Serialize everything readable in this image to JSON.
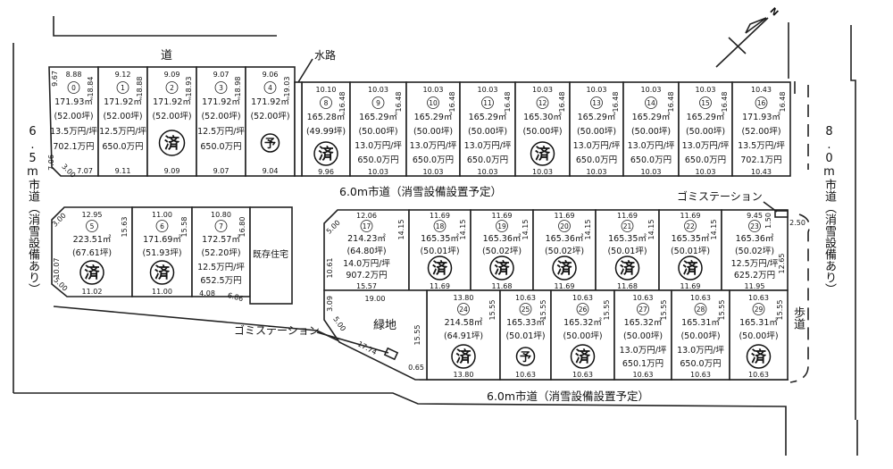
{
  "labels": {
    "top_road": "道",
    "waterway": "水路",
    "road_center": "6.0m市道（消雪設備設置予定）",
    "road_bottom": "6.0m市道（消雪設備設置予定）",
    "road_left": "6.5m市道（消雪設備あり）",
    "road_right": "8.0m市道（消雪設備あり）",
    "garbage_right": "ゴミステーション",
    "garbage_bottom": "ゴミステーション",
    "sidewalk": "歩道",
    "existing_house": "既存住宅",
    "green_area": "緑地",
    "north": "N"
  },
  "green_dims": {
    "top": "19.00",
    "right": "15.55",
    "left": "3.09",
    "corner": "5.00",
    "diag": "17.74",
    "bottom": "0.65"
  },
  "lot7_extra": {
    "b1": "4.08",
    "b2": "6.86"
  },
  "lot5_extra": {
    "c1": "3.00",
    "c2": "5.00",
    "left": "10.07"
  },
  "lot0_extra": {
    "left": "9.67",
    "c1": "7.06",
    "c2": "3.00"
  },
  "lot17_extra": {
    "left": "10.61",
    "corner": "5.00"
  },
  "lot23_extra": {
    "a": "1.50",
    "b": "2.50",
    "right": "12.65"
  },
  "lots": [
    {
      "no": "0",
      "top": "8.88",
      "side": "18.84",
      "bottom": "7.07",
      "area": "171.93㎡",
      "tsubo": "(52.00坪)",
      "unit": "13.5万円/坪",
      "total": "702.1万円",
      "status": ""
    },
    {
      "no": "1",
      "top": "9.12",
      "side": "18.88",
      "bottom": "9.11",
      "area": "171.92㎡",
      "tsubo": "(52.00坪)",
      "unit": "12.5万円/坪",
      "total": "650.0万円",
      "status": ""
    },
    {
      "no": "2",
      "top": "9.09",
      "side": "18.93",
      "bottom": "9.09",
      "area": "171.92㎡",
      "tsubo": "(52.00坪)",
      "unit": "",
      "total": "",
      "status": "済"
    },
    {
      "no": "3",
      "top": "9.07",
      "side": "18.98",
      "bottom": "9.07",
      "area": "171.92㎡",
      "tsubo": "(52.00坪)",
      "unit": "12.5万円/坪",
      "total": "650.0万円",
      "status": ""
    },
    {
      "no": "4",
      "top": "9.06",
      "side": "19.03",
      "bottom": "9.04",
      "area": "171.92㎡",
      "tsubo": "(52.00坪)",
      "unit": "",
      "total": "",
      "status": "予"
    },
    {
      "no": "5",
      "top": "12.95",
      "side": "15.63",
      "bottom": "11.02",
      "area": "223.51㎡",
      "tsubo": "(67.61坪)",
      "unit": "",
      "total": "",
      "status": "済"
    },
    {
      "no": "6",
      "top": "11.00",
      "side": "15.58",
      "bottom": "11.00",
      "area": "171.69㎡",
      "tsubo": "(51.93坪)",
      "unit": "",
      "total": "",
      "status": "済"
    },
    {
      "no": "7",
      "top": "10.80",
      "side": "16.80",
      "bottom": "",
      "area": "172.57㎡",
      "tsubo": "(52.20坪)",
      "unit": "12.5万円/坪",
      "total": "652.5万円",
      "status": ""
    },
    {
      "no": "8",
      "top": "10.10",
      "side": "16.48",
      "bottom": "9.96",
      "area": "165.28㎡",
      "tsubo": "(49.99坪)",
      "unit": "",
      "total": "",
      "status": "済"
    },
    {
      "no": "9",
      "top": "10.03",
      "side": "16.48",
      "bottom": "10.03",
      "area": "165.29㎡",
      "tsubo": "(50.00坪)",
      "unit": "13.0万円/坪",
      "total": "650.0万円",
      "status": ""
    },
    {
      "no": "10",
      "top": "10.03",
      "side": "16.48",
      "bottom": "10.03",
      "area": "165.29㎡",
      "tsubo": "(50.00坪)",
      "unit": "13.0万円/坪",
      "total": "650.0万円",
      "status": ""
    },
    {
      "no": "11",
      "top": "10.03",
      "side": "16.48",
      "bottom": "10.03",
      "area": "165.29㎡",
      "tsubo": "(50.00坪)",
      "unit": "13.0万円/坪",
      "total": "650.0万円",
      "status": ""
    },
    {
      "no": "12",
      "top": "10.03",
      "side": "16.48",
      "bottom": "10.03",
      "area": "165.30㎡",
      "tsubo": "(50.00坪)",
      "unit": "",
      "total": "",
      "status": "済"
    },
    {
      "no": "13",
      "top": "10.03",
      "side": "16.48",
      "bottom": "10.03",
      "area": "165.29㎡",
      "tsubo": "(50.00坪)",
      "unit": "13.0万円/坪",
      "total": "650.0万円",
      "status": ""
    },
    {
      "no": "14",
      "top": "10.03",
      "side": "16.48",
      "bottom": "10.03",
      "area": "165.29㎡",
      "tsubo": "(50.00坪)",
      "unit": "13.0万円/坪",
      "total": "650.0万円",
      "status": ""
    },
    {
      "no": "15",
      "top": "10.03",
      "side": "16.48",
      "bottom": "10.03",
      "area": "165.29㎡",
      "tsubo": "(50.00坪)",
      "unit": "13.0万円/坪",
      "total": "650.0万円",
      "status": ""
    },
    {
      "no": "16",
      "top": "10.43",
      "side": "16.48",
      "bottom": "10.43",
      "area": "171.93㎡",
      "tsubo": "(52.00坪)",
      "unit": "13.5万円/坪",
      "total": "702.1万円",
      "status": ""
    },
    {
      "no": "17",
      "top": "12.06",
      "side": "14.15",
      "bottom": "15.57",
      "area": "214.23㎡",
      "tsubo": "(64.80坪)",
      "unit": "14.0万円/坪",
      "total": "907.2万円",
      "status": ""
    },
    {
      "no": "18",
      "top": "11.69",
      "side": "14.15",
      "bottom": "11.69",
      "area": "165.35㎡",
      "tsubo": "(50.01坪)",
      "unit": "",
      "total": "",
      "status": "済"
    },
    {
      "no": "19",
      "top": "11.69",
      "side": "14.15",
      "bottom": "11.68",
      "area": "165.36㎡",
      "tsubo": "(50.02坪)",
      "unit": "",
      "total": "",
      "status": "済"
    },
    {
      "no": "20",
      "top": "11.69",
      "side": "14.15",
      "bottom": "11.69",
      "area": "165.36㎡",
      "tsubo": "(50.02坪)",
      "unit": "",
      "total": "",
      "status": "済"
    },
    {
      "no": "21",
      "top": "11.69",
      "side": "14.15",
      "bottom": "11.68",
      "area": "165.35㎡",
      "tsubo": "(50.01坪)",
      "unit": "",
      "total": "",
      "status": "済"
    },
    {
      "no": "22",
      "top": "11.69",
      "side": "14.15",
      "bottom": "11.69",
      "area": "165.35㎡",
      "tsubo": "(50.01坪)",
      "unit": "",
      "total": "",
      "status": "済"
    },
    {
      "no": "23",
      "top": "9.45",
      "side": "",
      "bottom": "11.95",
      "area": "165.36㎡",
      "tsubo": "(50.02坪)",
      "unit": "12.5万円/坪",
      "total": "625.2万円",
      "status": ""
    },
    {
      "no": "24",
      "top": "13.80",
      "side": "15.55",
      "bottom": "13.80",
      "area": "214.58㎡",
      "tsubo": "(64.91坪)",
      "unit": "",
      "total": "",
      "status": "済"
    },
    {
      "no": "25",
      "top": "10.63",
      "side": "15.55",
      "bottom": "10.63",
      "area": "165.33㎡",
      "tsubo": "(50.01坪)",
      "unit": "",
      "total": "",
      "status": "予"
    },
    {
      "no": "26",
      "top": "10.63",
      "side": "15.55",
      "bottom": "10.63",
      "area": "165.32㎡",
      "tsubo": "(50.00坪)",
      "unit": "",
      "total": "",
      "status": "済"
    },
    {
      "no": "27",
      "top": "10.63",
      "side": "15.55",
      "bottom": "10.63",
      "area": "165.32㎡",
      "tsubo": "(50.00坪)",
      "unit": "13.0万円/坪",
      "total": "650.1万円",
      "status": ""
    },
    {
      "no": "28",
      "top": "10.63",
      "side": "15.55",
      "bottom": "10.63",
      "area": "165.31㎡",
      "tsubo": "(50.00坪)",
      "unit": "13.0万円/坪",
      "total": "650.0万円",
      "status": ""
    },
    {
      "no": "29",
      "top": "10.63",
      "side": "15.55",
      "bottom": "10.63",
      "area": "165.31㎡",
      "tsubo": "(50.00坪)",
      "unit": "",
      "total": "",
      "status": "済"
    }
  ]
}
